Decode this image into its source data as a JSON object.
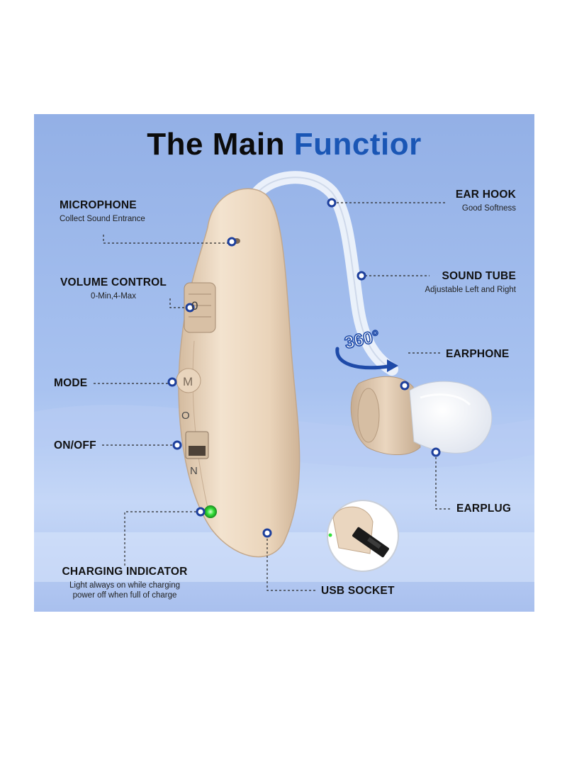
{
  "title": {
    "part1": "The Main",
    "part2": "Functior"
  },
  "badge": "360°",
  "device_marks": {
    "volume_digit": "0",
    "mode_button": "M",
    "switch_top": "O",
    "switch_bottom": "N"
  },
  "callouts": {
    "microphone": {
      "name": "MICROPHONE",
      "desc": "Collect Sound Entrance"
    },
    "volume_control": {
      "name": "VOLUME CONTROL",
      "desc": "0-Min,4-Max"
    },
    "mode": {
      "name": "MODE"
    },
    "on_off": {
      "name": "ON/OFF"
    },
    "charging_indicator": {
      "name": "CHARGING INDICATOR",
      "desc_line1": "Light always on while charging",
      "desc_line2": "power off when full of charge"
    },
    "ear_hook": {
      "name": "EAR HOOK",
      "desc": "Good Softness"
    },
    "sound_tube": {
      "name": "SOUND TUBE",
      "desc": "Adjustable Left and Right"
    },
    "earphone": {
      "name": "EARPHONE"
    },
    "earplug": {
      "name": "EARPLUG"
    },
    "usb_socket": {
      "name": "USB SOCKET"
    }
  },
  "colors": {
    "panel_bg": "#9cb8ea",
    "device_body": "#ecd8c0",
    "title_accent": "#1a56b5",
    "callout_dot": "#1d3f9c",
    "indicator_light": "#35e03a"
  }
}
